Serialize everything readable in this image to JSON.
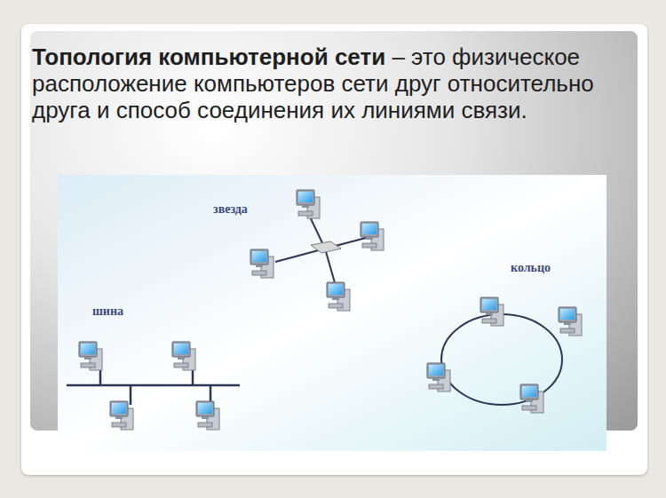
{
  "diagram": {
    "title": "Топология компьютерной сети",
    "labels": [
      "– это физическое расположение компьютеров сети друг относительно друга и способ соединения их линиями связи.",
      "звезда",
      "шина",
      "кольцо"
    ]
  }
}
